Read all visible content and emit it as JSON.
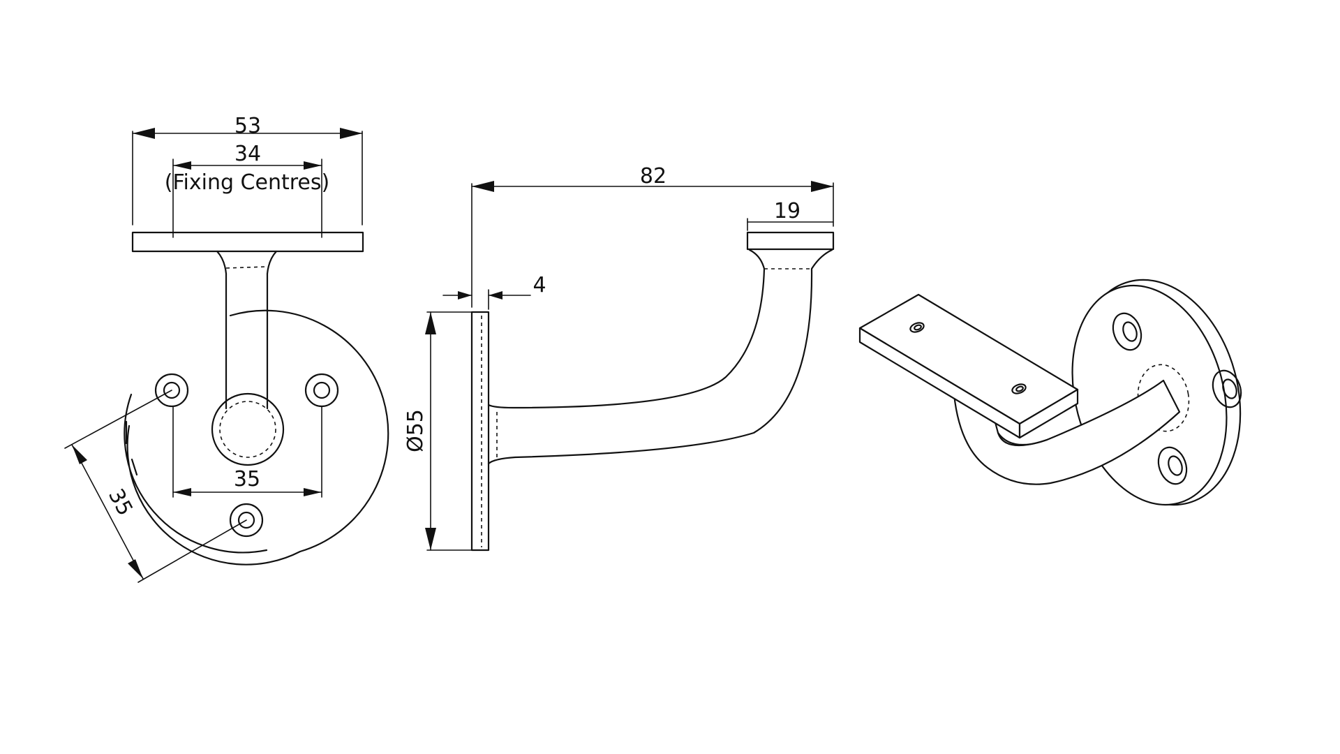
{
  "front_view": {
    "width_label": "53",
    "fixing_label": "34",
    "fixing_note": "(Fixing Centres)",
    "hole_spacing_label": "35",
    "hole_diagonal_label": "35"
  },
  "side_view": {
    "projection_label": "82",
    "top_plate_label": "19",
    "plate_thickness_label": "4",
    "diameter_label": "Ø55"
  }
}
